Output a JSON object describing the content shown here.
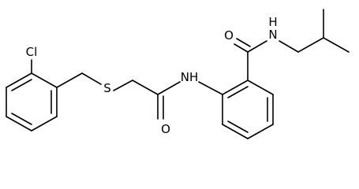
{
  "molecule": {
    "atoms": {
      "cl": "Cl",
      "s": "S",
      "nh_amide": "NH",
      "o_amide": "O",
      "o_carboxamide": "O",
      "nh_carboxamide": "N\nH"
    },
    "colors": {
      "bond": "#000000",
      "label": "#000000",
      "background": "#ffffff"
    }
  }
}
